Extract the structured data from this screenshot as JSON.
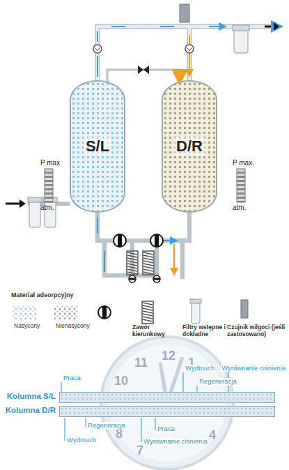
{
  "diagram": {
    "nodes": [
      {
        "text": [
          "S/L"
        ]
      },
      {
        "text": [
          "D/R"
        ]
      },
      {
        "text": [
          "Kolumna S/L"
        ]
      },
      {
        "text": [
          "Kolumna D/R"
        ]
      }
    ],
    "edges": [
      {
        "from": 0,
        "to": 1,
        "arrow": "to"
      }
    ],
    "labels": [
      "P max",
      "atm.",
      "P max.",
      "atm.",
      "Materiał adsorpcyjny",
      "12",
      "11",
      "1",
      "10",
      "8",
      "7",
      "4",
      "Praca",
      "Wydmuch",
      "Regeneracja",
      "Wyrównanie ciśnienia",
      "Regeneracja",
      "Wydmuch",
      "Praca",
      "Wyrównanie ciśnienia"
    ],
    "legend": [
      {
        "text": "Nasycony"
      },
      {
        "text": "Nienasycony"
      },
      {
        "text": "Zawór kierunkowy"
      },
      {
        "text": "Filtry wstępne i dokładne"
      },
      {
        "text": "Czujnik wilgoci (jeśli zastosowano)"
      }
    ]
  }
}
